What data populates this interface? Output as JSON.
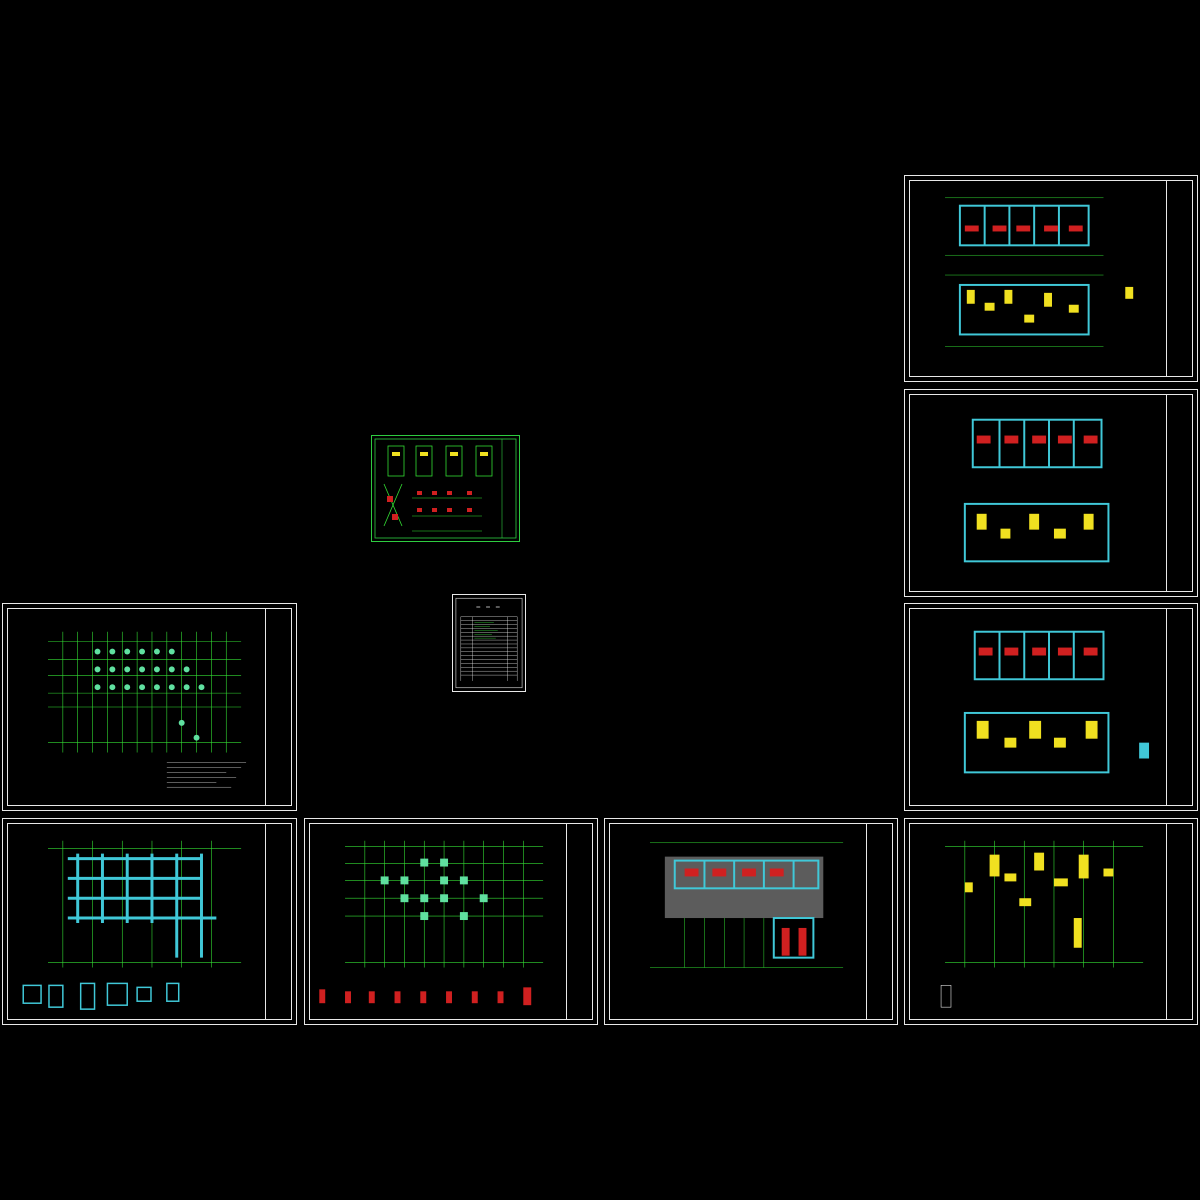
{
  "canvas": {
    "background": "#000000"
  },
  "colors": {
    "frame": "#e8e8e8",
    "grid": "#33dd33",
    "beam": "#40c8d8",
    "column_red": "#d02020",
    "rebar_yellow": "#f0e020",
    "hatch": "#a8a8a8",
    "text": "#ffffff"
  },
  "sheets": [
    {
      "id": "index",
      "kind": "drawing-index-table"
    },
    {
      "id": "details",
      "kind": "column-section-details"
    },
    {
      "id": "foundation-plan",
      "kind": "pile-foundation-plan"
    },
    {
      "id": "foundation-beams",
      "kind": "foundation-beam-plan"
    },
    {
      "id": "columns-plan",
      "kind": "column-layout-plan"
    },
    {
      "id": "slab-plan",
      "kind": "floor-slab-plan"
    },
    {
      "id": "roof-plan",
      "kind": "roof-structure-plan"
    },
    {
      "id": "floor-a",
      "kind": "floor-structural-plan"
    },
    {
      "id": "floor-b",
      "kind": "floor-structural-plan"
    },
    {
      "id": "floor-c",
      "kind": "floor-structural-plan"
    }
  ]
}
